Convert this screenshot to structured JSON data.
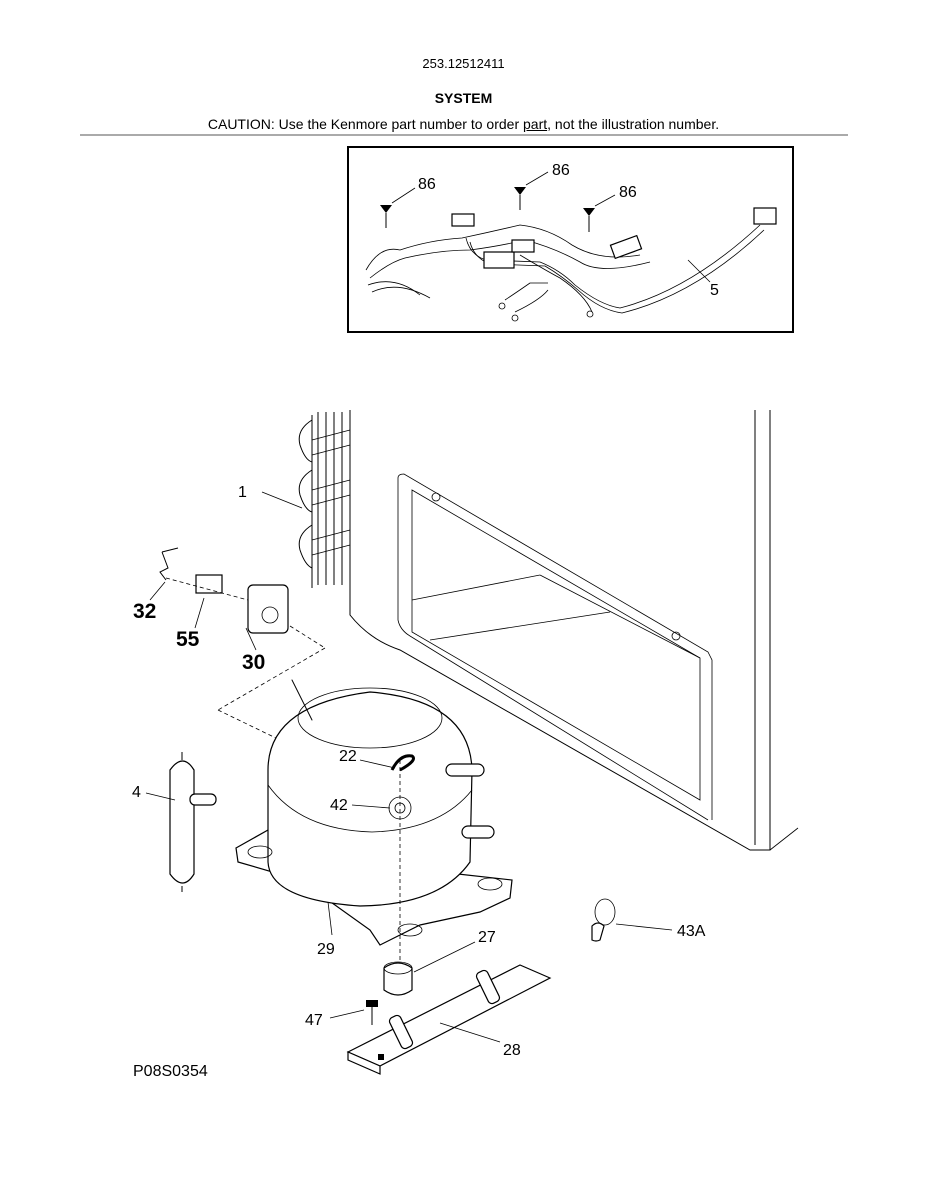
{
  "header": {
    "model_number": "253.12512411",
    "title": "SYSTEM",
    "caution_prefix": "CAUTION: Use the Kenmore part number to order ",
    "caution_link": "part",
    "caution_suffix": ", not the illustration number."
  },
  "inset_callouts": {
    "screw_a": "86",
    "screw_b": "86",
    "screw_c": "86",
    "harness": "5"
  },
  "callouts": {
    "condenser": "1",
    "drier": "4",
    "compressor_grommet_hole": "42",
    "clip": "22",
    "compressor": "29",
    "grommet": "27",
    "base_rail": "28",
    "screw": "47",
    "clamp": "43A",
    "overload": "32",
    "relay": "55",
    "start_relay": "30"
  },
  "figure_id": "P08S0354"
}
